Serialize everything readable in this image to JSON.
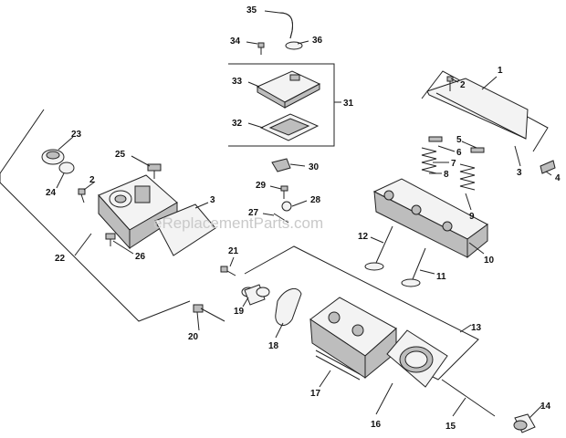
{
  "watermark": "eReplacementParts.com",
  "callouts": [
    {
      "id": "1",
      "text": "1"
    },
    {
      "id": "2a",
      "text": "2"
    },
    {
      "id": "3a",
      "text": "3"
    },
    {
      "id": "4",
      "text": "4"
    },
    {
      "id": "5",
      "text": "5"
    },
    {
      "id": "6",
      "text": "6"
    },
    {
      "id": "7",
      "text": "7"
    },
    {
      "id": "8",
      "text": "8"
    },
    {
      "id": "9",
      "text": "9"
    },
    {
      "id": "10",
      "text": "10"
    },
    {
      "id": "11",
      "text": "11"
    },
    {
      "id": "12",
      "text": "12"
    },
    {
      "id": "13",
      "text": "13"
    },
    {
      "id": "14",
      "text": "14"
    },
    {
      "id": "15",
      "text": "15"
    },
    {
      "id": "16",
      "text": "16"
    },
    {
      "id": "17",
      "text": "17"
    },
    {
      "id": "18",
      "text": "18"
    },
    {
      "id": "19",
      "text": "19"
    },
    {
      "id": "20",
      "text": "20"
    },
    {
      "id": "21",
      "text": "21"
    },
    {
      "id": "22",
      "text": "22"
    },
    {
      "id": "23",
      "text": "23"
    },
    {
      "id": "24",
      "text": "24"
    },
    {
      "id": "25",
      "text": "25"
    },
    {
      "id": "26",
      "text": "26"
    },
    {
      "id": "27",
      "text": "27"
    },
    {
      "id": "28",
      "text": "28"
    },
    {
      "id": "29",
      "text": "29"
    },
    {
      "id": "30",
      "text": "30"
    },
    {
      "id": "31",
      "text": "31"
    },
    {
      "id": "32",
      "text": "32"
    },
    {
      "id": "33",
      "text": "33"
    },
    {
      "id": "34",
      "text": "34"
    },
    {
      "id": "35",
      "text": "35"
    },
    {
      "id": "36",
      "text": "36"
    },
    {
      "id": "2b",
      "text": "2"
    },
    {
      "id": "3b",
      "text": "3"
    }
  ]
}
